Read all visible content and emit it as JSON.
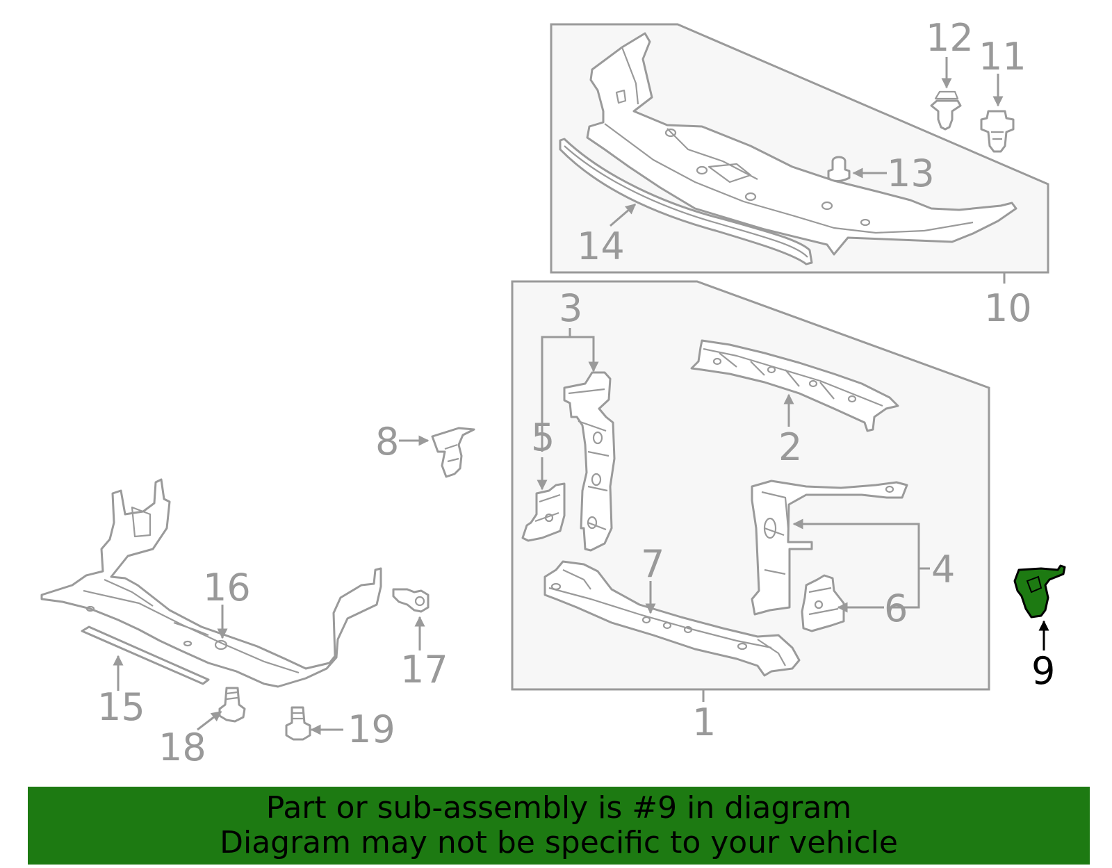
{
  "callouts": {
    "c1": "1",
    "c2": "2",
    "c3": "3",
    "c4": "4",
    "c5": "5",
    "c6": "6",
    "c7": "7",
    "c8": "8",
    "c9": "9",
    "c10": "10",
    "c11": "11",
    "c12": "12",
    "c13": "13",
    "c14": "14",
    "c15": "15",
    "c16": "16",
    "c17": "17",
    "c18": "18",
    "c19": "19"
  },
  "highlighted_part": "9",
  "banner": {
    "line1": "Part or sub-assembly is #9 in diagram",
    "line2": "Diagram may not be specific to your vehicle"
  },
  "colors": {
    "line_art": "#9a9a9a",
    "box_fill": "#f7f7f7",
    "highlight_fill": "#1d7a12",
    "banner_bg": "#1d7a12"
  }
}
